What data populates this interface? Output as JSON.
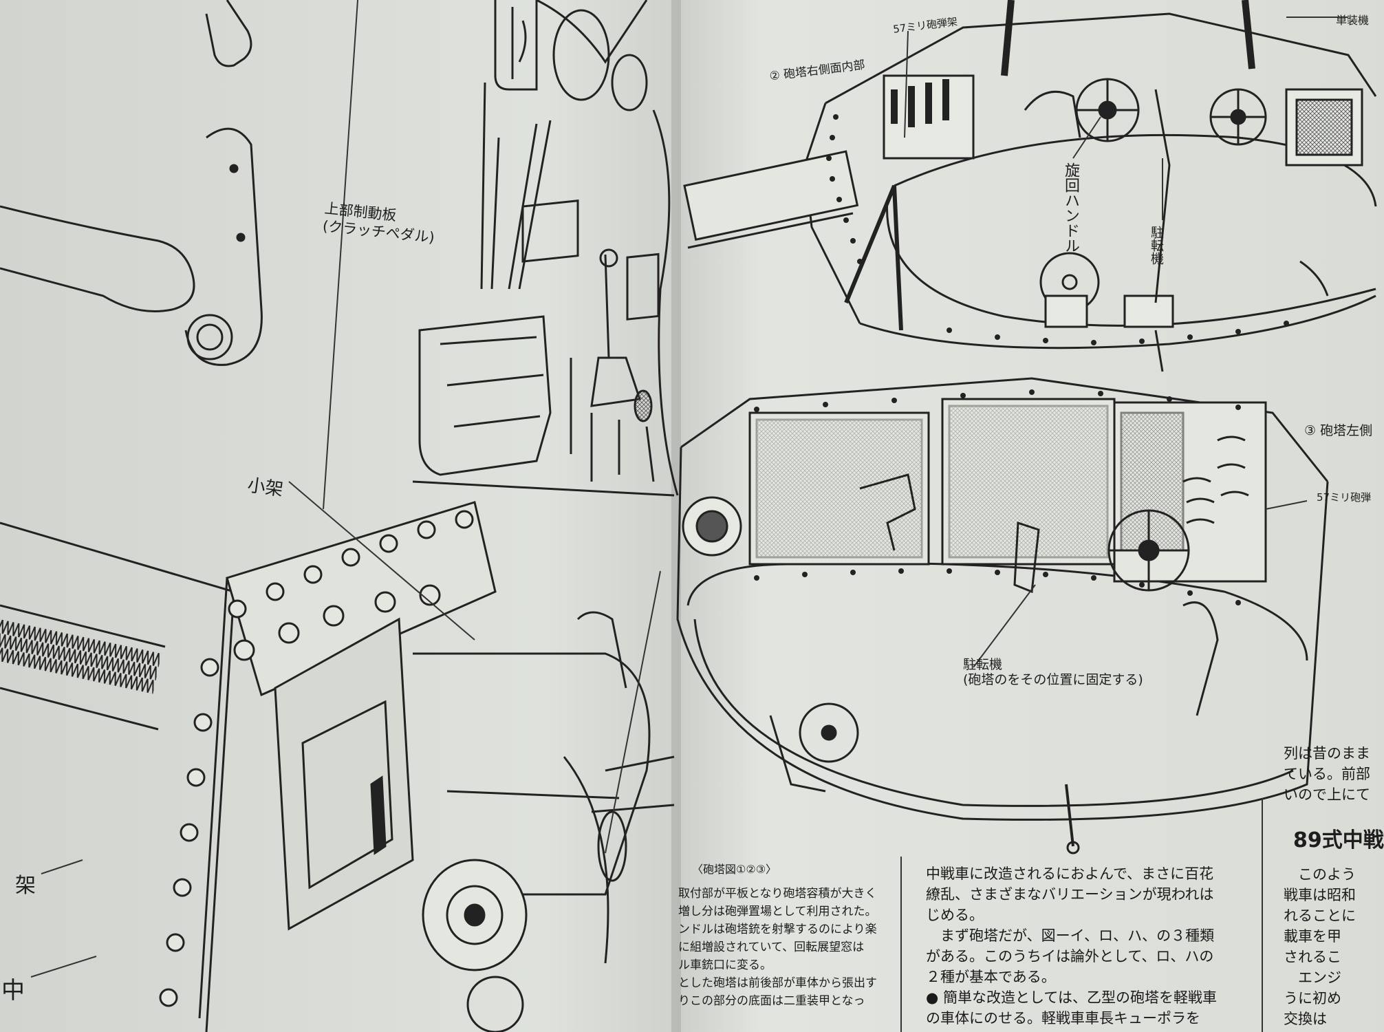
{
  "left_page": {
    "labels": {
      "clutch": "上部制動板\n(クラッチペダル)",
      "small_frame": "小架",
      "left_edge_1": "中",
      "left_edge_2": "架"
    }
  },
  "upper_turret": {
    "view_title": "② 砲塔右側面内部",
    "ammo_rack": "57ミリ砲弾架",
    "top_right": "単装機",
    "traverse_handle": "旋回ハンドル",
    "traverse_lock": "駐転機"
  },
  "lower_turret": {
    "view_title": "③ 砲塔左側",
    "ammo_rack": "57ミリ砲弾",
    "traverse_lock": "駐転機\n(砲塔のをその位置に固定する)"
  },
  "captions": {
    "heading": "〈砲塔図①②③〉",
    "lines": [
      "取付部が平板となり砲塔容積が大きく",
      "増し分は砲弾置場として利用された。",
      "ンドルは砲塔銃を射撃するのにより楽",
      "に組増設されていて、回転展望窓は",
      "ル車銃口に変る。",
      "とした砲塔は前後部が車体から張出す",
      "りこの部分の底面は二重装甲となっ"
    ]
  },
  "body_column": {
    "lines": [
      "中戦車に改造されるにおよんで、まさに百花",
      "繚乱、さまざまなバリエーションが現われは",
      "じめる。",
      "　まず砲塔だが、図ーイ、ロ、ハ、の３種類",
      "がある。このうちイは論外として、ロ、ハの",
      "２種が基本である。",
      "● 簡単な改造としては、乙型の砲塔を軽戦車",
      "の車体にのせる。軽戦車車長キューポラを"
    ]
  },
  "right_column": {
    "top_lines": [
      "列は昔のまま",
      "ている。前部",
      "いので上にて"
    ],
    "heading": "89式中戦",
    "bottom_lines": [
      "　このよう",
      "戦車は昭和",
      "れることに",
      "載車を甲",
      "されるこ",
      "　エンジ",
      "うに初め",
      "交換は"
    ]
  }
}
